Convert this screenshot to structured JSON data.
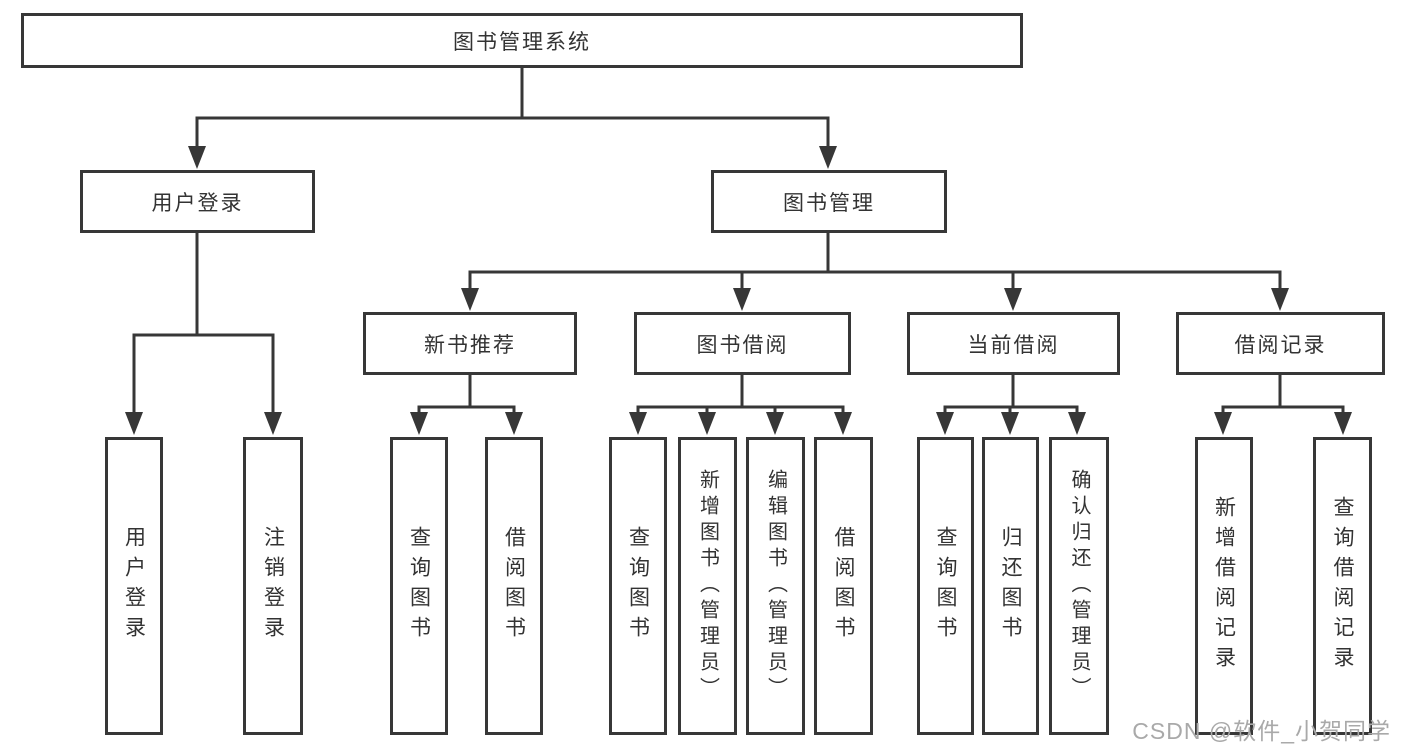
{
  "diagram_title": "图书管理系统",
  "nodes": {
    "root": "图书管理系统",
    "user_login": "用户登录",
    "book_management": "图书管理",
    "new_book_recommend": "新书推荐",
    "book_borrow": "图书借阅",
    "current_borrow": "当前借阅",
    "borrow_records": "借阅记录",
    "leaf_user_login": "用户登录",
    "leaf_logout": "注销登录",
    "leaf_query_book_recommend": "查询图书",
    "leaf_borrow_book_recommend": "借阅图书",
    "leaf_query_book_borrow": "查询图书",
    "leaf_add_book_admin": "新增图书（管理员）",
    "leaf_edit_book_admin": "编辑图书（管理员）",
    "leaf_borrow_book_borrow": "借阅图书",
    "leaf_query_book_current": "查询图书",
    "leaf_return_book": "归还图书",
    "leaf_confirm_return_admin": "确认归还（管理员）",
    "leaf_add_borrow_record": "新增借阅记录",
    "leaf_query_borrow_record": "查询借阅记录"
  },
  "watermark": "CSDN @软件_小贺同学",
  "colors": {
    "line": "#373737",
    "box_border": "#373737",
    "text": "#333333",
    "watermark": "#a9a9a9",
    "background": "#ffffff"
  }
}
